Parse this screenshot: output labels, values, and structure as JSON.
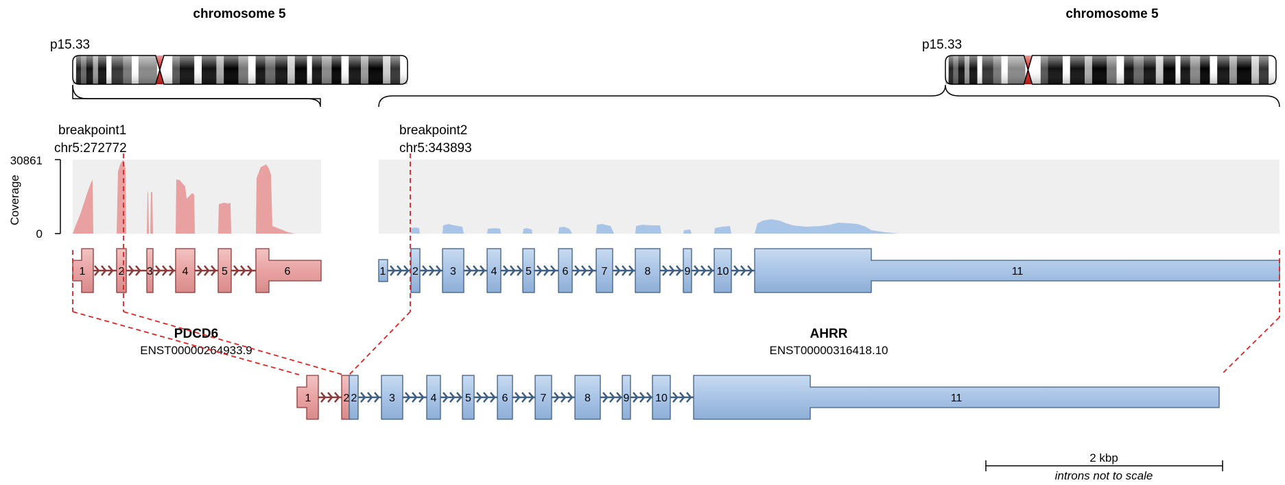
{
  "chromosome_left": {
    "title": "chromosome 5",
    "band": "p15.33"
  },
  "chromosome_right": {
    "title": "chromosome 5",
    "band": "p15.33"
  },
  "breakpoint1": {
    "label": "breakpoint1",
    "position": "chr5:272772"
  },
  "breakpoint2": {
    "label": "breakpoint2",
    "position": "chr5:343893"
  },
  "coverage": {
    "axis_label": "Coverage",
    "max": "30861",
    "min": "0"
  },
  "gene1": {
    "name": "PDCD6",
    "transcript": "ENST00000264933.9",
    "color": "#e8a0a0",
    "exons": [
      "1",
      "2",
      "3",
      "4",
      "5",
      "6"
    ]
  },
  "gene2": {
    "name": "AHRR",
    "transcript": "ENST00000316418.10",
    "color": "#a8c4e6",
    "exons": [
      "1",
      "2",
      "3",
      "4",
      "5",
      "6",
      "7",
      "8",
      "9",
      "10",
      "11"
    ]
  },
  "fusion": {
    "exons": [
      "1",
      "2",
      "2",
      "3",
      "4",
      "5",
      "6",
      "7",
      "8",
      "9",
      "10",
      "11"
    ]
  },
  "scale_bar": {
    "label": "2 kbp",
    "note": "introns not to scale"
  },
  "colors": {
    "red": "#e8a0a0",
    "red_dark": "#8b3a3a",
    "blue": "#a8c4e6",
    "blue_dark": "#4a6a8a",
    "dashed": "#e02020",
    "coverage_bg": "#efefef"
  }
}
